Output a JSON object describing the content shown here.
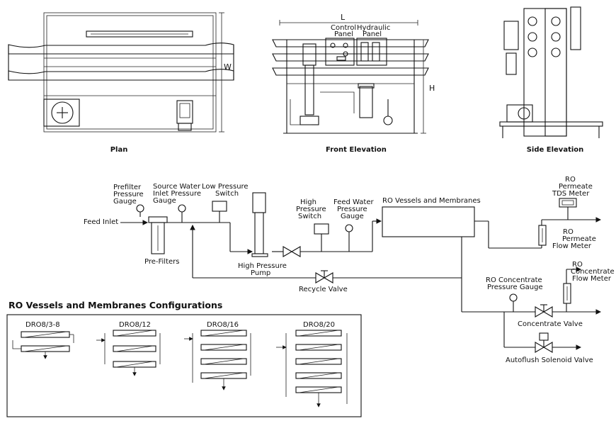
{
  "views": {
    "plan": "Plan",
    "front": "Front Elevation",
    "side": "Side Elevation"
  },
  "dimensions": {
    "length": "L",
    "width": "W",
    "height": "H"
  },
  "front_labels": {
    "control_panel": [
      "Control",
      "Panel"
    ],
    "hydraulic_panel": [
      "Hydraulic",
      "Panel"
    ]
  },
  "flow": {
    "feed_inlet": "Feed Inlet",
    "prefilter_gauge": [
      "Prefilter",
      "Pressure",
      "Gauge"
    ],
    "source_gauge": [
      "Source Water",
      "Inlet Pressure",
      "Gauge"
    ],
    "low_switch": [
      "Low Pressure",
      "Switch"
    ],
    "pre_filters": "Pre-Filters",
    "hp_pump": [
      "High Pressure",
      "Pump"
    ],
    "hp_switch": [
      "High",
      "Pressure",
      "Switch"
    ],
    "feed_gauge": [
      "Feed Water",
      "Pressure",
      "Gauge"
    ],
    "vessels": "RO Vessels and Membranes",
    "recycle_valve": "Recycle Valve",
    "tds_meter": [
      "RO",
      "Permeate",
      "TDS Meter"
    ],
    "permeate_flow": [
      "RO",
      "Permeate",
      "Flow Meter"
    ],
    "concentrate_flow": [
      "RO",
      "Concentrate",
      "Flow Meter"
    ],
    "concentrate_gauge": [
      "RO Concentrate",
      "Pressure Gauge"
    ],
    "concentrate_valve": "Concentrate Valve",
    "autoflush": "Autoflush Solenoid Valve"
  },
  "configs": {
    "title": "RO Vessels and Membranes Configurations",
    "items": [
      "DRO8/3-8",
      "DRO8/12",
      "DRO8/16",
      "DRO8/20"
    ]
  }
}
